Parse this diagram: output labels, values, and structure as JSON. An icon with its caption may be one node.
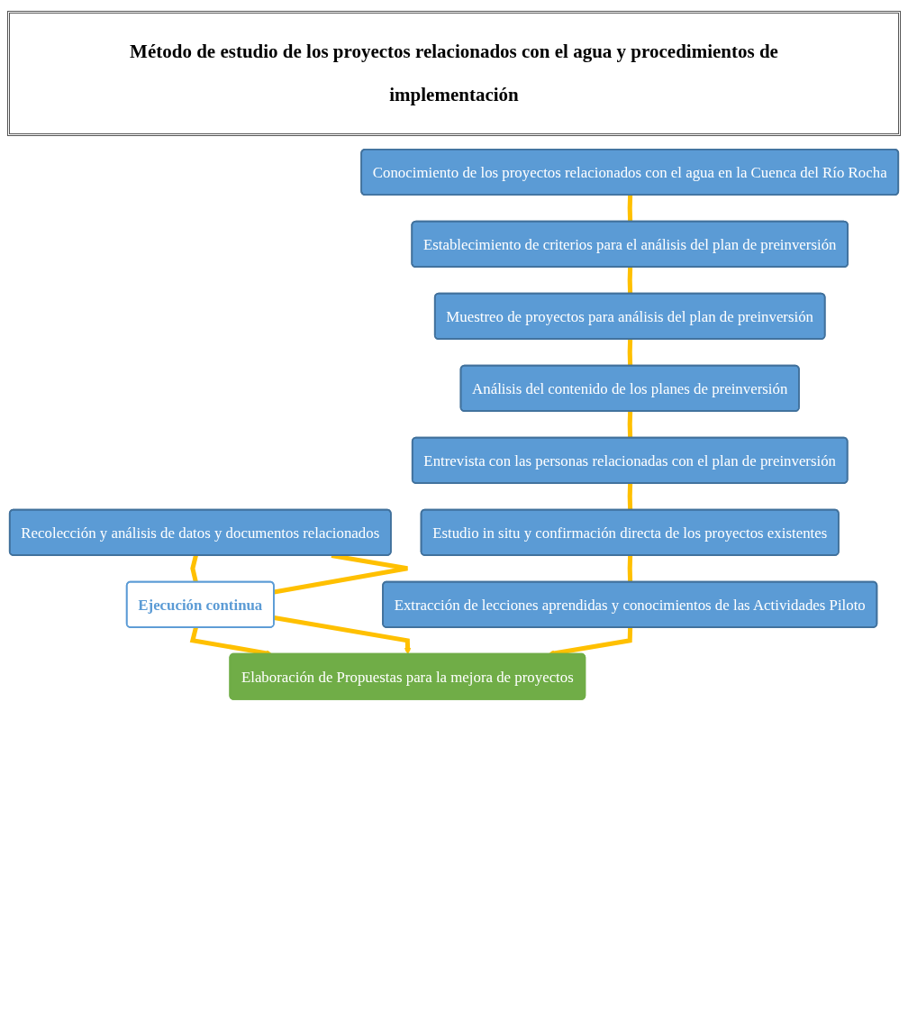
{
  "diagram": {
    "title": "Método de estudio de los proyectos relacionados con el agua y procedimientos de implementación",
    "nodes": [
      {
        "text": [
          "Recolección y análisis de datos y documentos relacionados"
        ]
      },
      {
        "text": [
          "Conocimiento de los proyectos relacionados con el agua en la Cuenca del Río Rocha"
        ]
      },
      {
        "text": [
          "Establecimiento de criterios para el análisis del plan de preinversión"
        ]
      },
      {
        "text": [
          "Muestreo de proyectos para análisis del plan de preinversión"
        ]
      },
      {
        "text": [
          "Análisis del contenido de los planes de preinversión"
        ]
      },
      {
        "text": [
          "Entrevista con las personas relacionadas con el plan de preinversión"
        ]
      },
      {
        "text": [
          "Estudio in situ y confirmación directa de los proyectos existentes"
        ]
      },
      {
        "text": [
          "Extracción de lecciones aprendidas y conocimientos de las Actividades Piloto"
        ]
      },
      {
        "text": [
          "Ejecución continua"
        ]
      },
      {
        "text": [
          "Elaboración de Propuestas para la mejora de proyectos"
        ]
      }
    ],
    "edges": [
      {
        "from": 0,
        "to": 8,
        "arrow": "none"
      },
      {
        "from": 0,
        "to": 8,
        "arrow": "none"
      },
      {
        "from": 8,
        "to": 9,
        "arrow": "to"
      },
      {
        "from": 8,
        "to": 9,
        "arrow": "to"
      },
      {
        "from": 1,
        "to": 2,
        "arrow": "none"
      },
      {
        "from": 2,
        "to": 3,
        "arrow": "none"
      },
      {
        "from": 3,
        "to": 4,
        "arrow": "none"
      },
      {
        "from": 4,
        "to": 5,
        "arrow": "none"
      },
      {
        "from": 5,
        "to": 6,
        "arrow": "none"
      },
      {
        "from": 6,
        "to": 7,
        "arrow": "none"
      },
      {
        "from": 7,
        "to": 9,
        "arrow": "to"
      }
    ]
  }
}
